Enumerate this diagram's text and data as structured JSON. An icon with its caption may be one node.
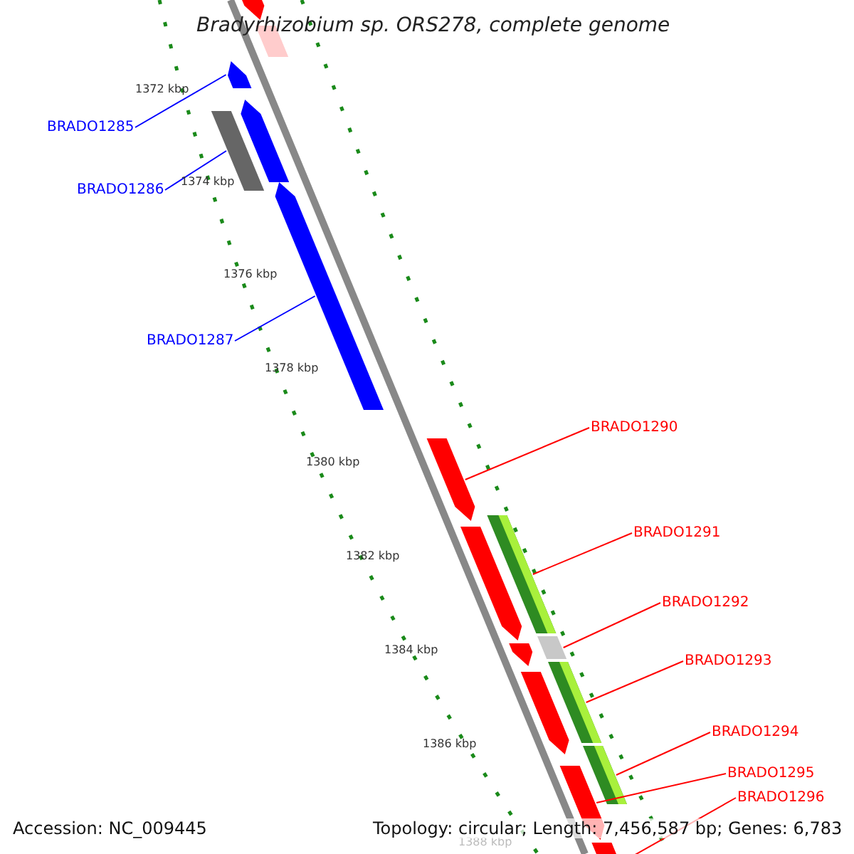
{
  "diagram": {
    "title": "Bradyrhizobium sp. ORS278, complete genome",
    "nodes": [
      {
        "text": [
          "BRADO1285"
        ]
      },
      {
        "text": [],
        "shape": "bar"
      },
      {
        "text": [
          "BRADO1286"
        ]
      },
      {
        "text": [],
        "shape": "bar"
      },
      {
        "text": [
          "BRADO1287"
        ]
      },
      {
        "text": [],
        "shape": "bar"
      },
      {
        "text": [
          "BRADO1290"
        ]
      },
      {
        "text": [],
        "shape": "bar"
      },
      {
        "text": [
          "BRADO1291"
        ]
      },
      {
        "text": [],
        "shape": "bar"
      },
      {
        "text": [
          "BRADO1292"
        ]
      },
      {
        "text": [],
        "shape": "bar"
      },
      {
        "text": [
          "BRADO1293"
        ]
      },
      {
        "text": [],
        "shape": "bar"
      },
      {
        "text": [
          "BRADO1294"
        ]
      },
      {
        "text": [],
        "shape": "bar"
      },
      {
        "text": [
          "BRADO1295"
        ]
      },
      {
        "text": [],
        "shape": "bar"
      },
      {
        "text": [
          "BRADO1296"
        ]
      },
      {
        "text": [],
        "shape": "bar"
      },
      {
        "text": [],
        "shape": "bar"
      },
      {
        "text": [],
        "shape": "bar"
      },
      {
        "text": [],
        "shape": "bar"
      },
      {
        "text": [],
        "shape": "bar"
      },
      {
        "text": [],
        "shape": "bar"
      },
      {
        "text": [],
        "shape": "bar"
      }
    ],
    "edges": [
      {
        "from": 0,
        "to": 1,
        "arrow": "none",
        "color": "#0000ff"
      },
      {
        "from": 2,
        "to": 3,
        "arrow": "none",
        "color": "#0000ff"
      },
      {
        "from": 4,
        "to": 5,
        "arrow": "none",
        "color": "#0000ff"
      },
      {
        "from": 6,
        "to": 7,
        "arrow": "none"
      },
      {
        "from": 8,
        "to": 9,
        "arrow": "none"
      },
      {
        "from": 10,
        "to": 11,
        "arrow": "none"
      },
      {
        "from": 12,
        "to": 13,
        "arrow": "none"
      },
      {
        "from": 14,
        "to": 15,
        "arrow": "none"
      },
      {
        "from": 16,
        "to": 17,
        "arrow": "none"
      },
      {
        "from": 18,
        "to": 19,
        "arrow": "none"
      }
    ],
    "labels": [
      "1372 kbp",
      "1374 kbp",
      "1376 kbp",
      "1378 kbp",
      "1380 kbp",
      "1382 kbp",
      "1384 kbp",
      "1386 kbp",
      "1388 kbp",
      "Accession: NC_009445",
      "Topology: circular; Length: 7,456,587 bp; Genes: 6,783"
    ]
  }
}
